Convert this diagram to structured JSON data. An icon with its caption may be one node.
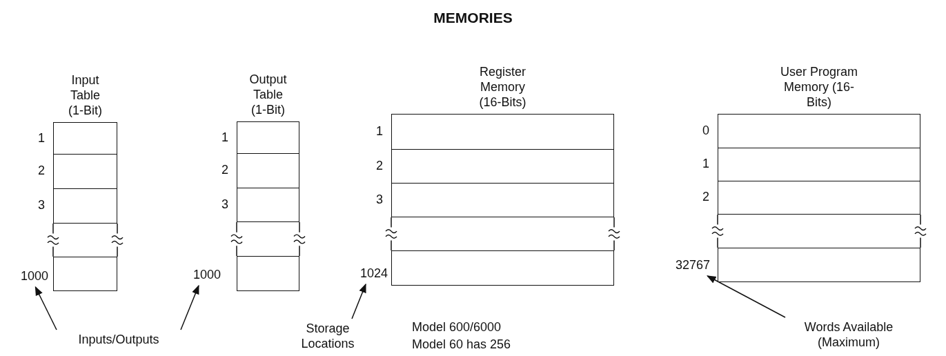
{
  "diagram": {
    "title": "MEMORIES",
    "nodes": [
      {
        "text": [
          "Input Table (1-Bit)"
        ]
      },
      {
        "text": [
          "1000"
        ]
      },
      {
        "text": [
          "Output Table (1-Bit)"
        ]
      },
      {
        "text": [
          "1000"
        ]
      },
      {
        "text": [
          "Register Memory (16-Bits)"
        ]
      },
      {
        "text": [
          "1024"
        ]
      },
      {
        "text": [
          "User Program Memory (16-Bits)"
        ]
      },
      {
        "text": [
          "32767"
        ]
      },
      {
        "text": [
          "Inputs/Outputs"
        ]
      },
      {
        "text": [
          "Storage Locations"
        ]
      },
      {
        "text": [
          "Words Available (Maximum)"
        ]
      }
    ],
    "edges": [
      {
        "from": 8,
        "to": 1,
        "arrow": "to"
      },
      {
        "from": 8,
        "to": 3,
        "arrow": "to"
      },
      {
        "from": 9,
        "to": 5,
        "arrow": "to"
      },
      {
        "from": 10,
        "to": 7,
        "arrow": "to"
      }
    ],
    "labels": [
      "1",
      "2",
      "3",
      "1",
      "2",
      "3",
      "1",
      "2",
      "3",
      "0",
      "1",
      "2",
      "Model 600/6000 Model 60 has 256"
    ]
  }
}
